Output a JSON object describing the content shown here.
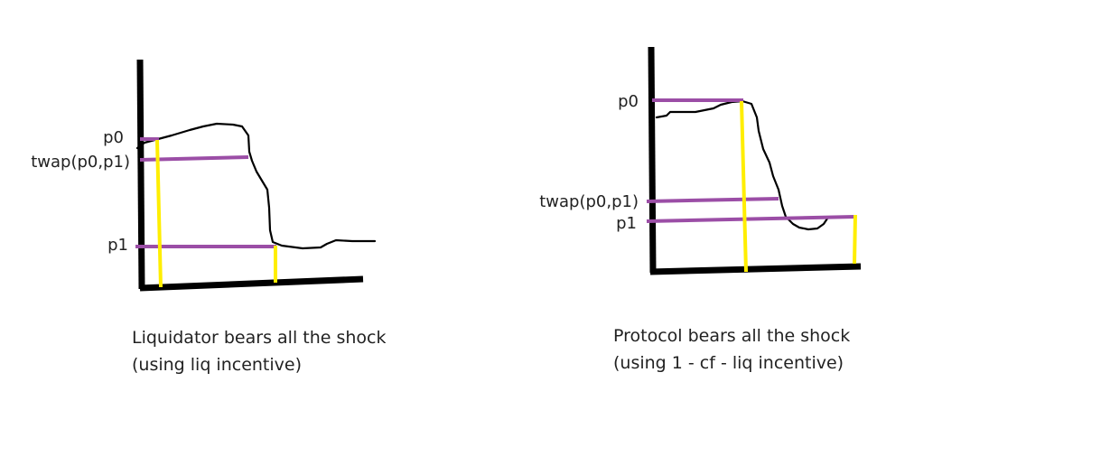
{
  "left_panel": {
    "labels": {
      "p0": "p0",
      "twap": "twap(p0,p1)",
      "p1": "p1"
    },
    "caption_line1": "Liquidator bears all the shock",
    "caption_line2": "(using liq incentive)"
  },
  "right_panel": {
    "labels": {
      "p0": "p0",
      "twap": "twap(p0,p1)",
      "p1": "p1"
    },
    "caption_line1": "Protocol bears all the shock",
    "caption_line2": "(using 1 - cf - liq incentive)"
  },
  "colors": {
    "axis": "#000000",
    "price_curve": "#000000",
    "level_lines": "#9b4ea6",
    "time_markers": "#ffee00",
    "text": "#222222"
  }
}
